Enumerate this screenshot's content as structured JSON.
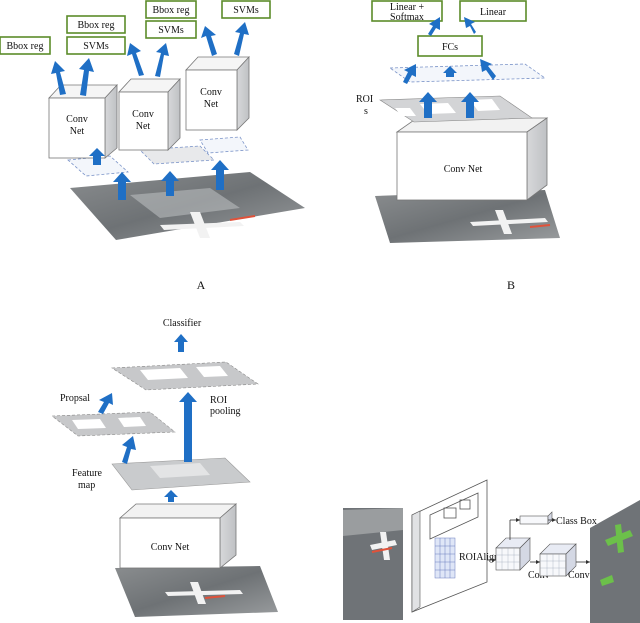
{
  "panel_a": {
    "letter": "A",
    "boxes": [
      "Bbox reg",
      "Bbox reg",
      "SVMs",
      "SVMs",
      "Bbox reg",
      "SVMs"
    ],
    "net_label_1": "Conv",
    "net_label_2": "Net",
    "green_color": "#5b8c2a",
    "arrow_color": "#1f6fc5"
  },
  "panel_b": {
    "letter": "B",
    "box_linear_softmax_1": "Linear +",
    "box_linear_softmax_2": "Softmax",
    "box_linear": "Linear",
    "box_fcs": "FCs",
    "rois_1": "ROI",
    "rois_2": "s",
    "conv_net": "Conv Net"
  },
  "panel_c": {
    "classifier": "Classifier",
    "proposal": "Propsal",
    "roi_pooling_1": "ROI",
    "roi_pooling_2": "pooling",
    "feature_map_1": "Feature",
    "feature_map_2": "map",
    "conv_net": "Conv Net"
  },
  "panel_d": {
    "class_box": "Class Box",
    "roialign": "ROIAlign",
    "conv_1": "Conv",
    "conv_2": "Conv"
  }
}
